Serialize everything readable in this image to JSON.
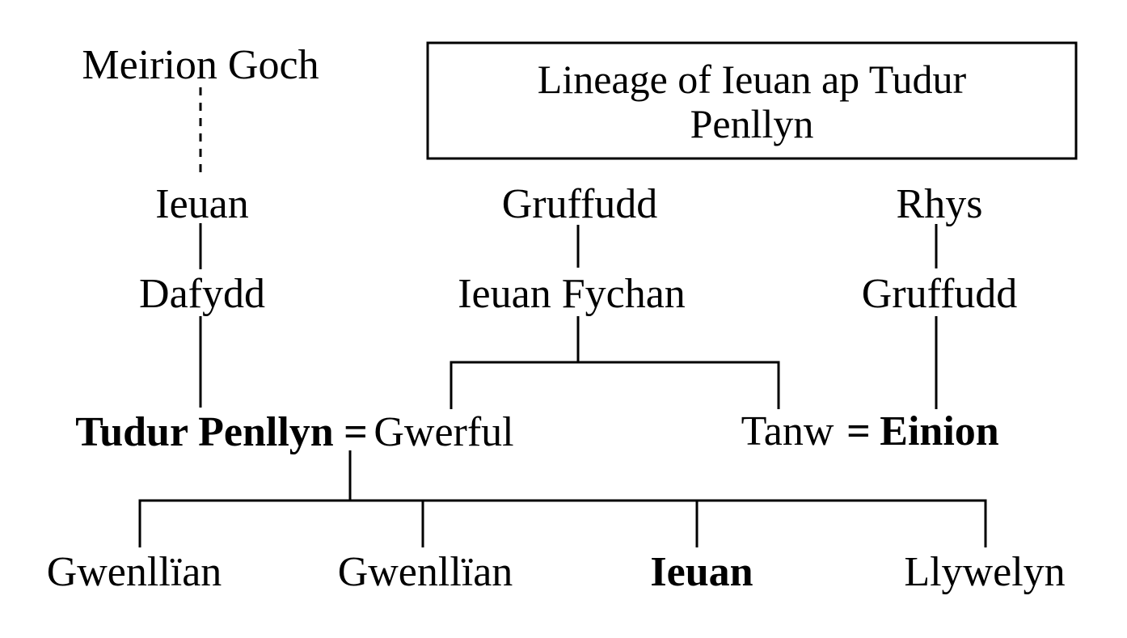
{
  "title_box": {
    "line1": "Lineage of Ieuan ap Tudur",
    "line2": "Penllyn"
  },
  "marriage_symbol": "=",
  "people": {
    "meirion_goch": "Meirion Goch",
    "ieuan_ap_meirion": "Ieuan",
    "dafydd": "Dafydd",
    "tudur_penllyn": "Tudur Penllyn",
    "gruffudd_elder": "Gruffudd",
    "ieuan_fychan": "Ieuan Fychan",
    "gwerful": "Gwerful",
    "tanw": "Tanw",
    "rhys": "Rhys",
    "gruffudd_ap_rhys": "Gruffudd",
    "einion": "Einion",
    "gwenllian_first": "Gwenllïan",
    "gwenllian_second": "Gwenllïan",
    "ieuan_ap_tudur": "Ieuan",
    "llywelyn": "Llywelyn"
  },
  "relations": {
    "uncertain_descent": [
      "Meirion Goch",
      "Ieuan"
    ],
    "descents": [
      [
        "Ieuan",
        "Dafydd"
      ],
      [
        "Dafydd",
        "Tudur Penllyn"
      ],
      [
        "Gruffudd",
        "Ieuan Fychan"
      ],
      [
        "Rhys",
        "Gruffudd"
      ],
      [
        "Gruffudd",
        "Einion"
      ]
    ],
    "children_of_ieuan_fychan": [
      "Gwerful",
      "Tanw"
    ],
    "marriages": [
      [
        "Tudur Penllyn",
        "Gwerful"
      ],
      [
        "Tanw",
        "Einion"
      ]
    ],
    "children_of_tudur_and_gwerful": [
      "Gwenllïan",
      "Gwenllïan",
      "Ieuan",
      "Llywelyn"
    ]
  },
  "emphasis": {
    "bold_names": [
      "Tudur Penllyn",
      "Einion",
      "Ieuan (ap Tudur)"
    ]
  },
  "colors": {
    "background": "#ffffff",
    "ink": "#000000"
  }
}
